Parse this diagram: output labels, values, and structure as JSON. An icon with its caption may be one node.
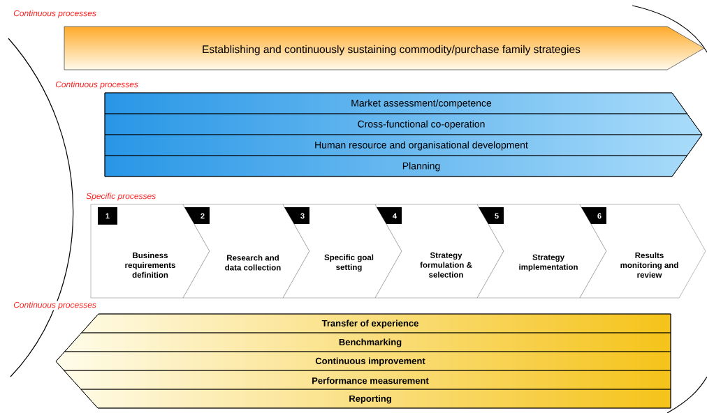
{
  "diagram": {
    "nodes": [
      {
        "text": [
          "Continuous processes",
          "Establishing and continuously sustaining commodity/purchase family strategies"
        ]
      },
      {
        "text": [
          "Continuous processes"
        ]
      },
      {
        "text": [
          "Market assessment/competence"
        ],
        "in": 1
      },
      {
        "text": [
          "Cross-functional co-operation"
        ],
        "in": 1
      },
      {
        "text": [
          "Human resource and organisational development"
        ],
        "in": 1
      },
      {
        "text": [
          "Planning"
        ],
        "in": 1
      },
      {
        "text": [
          "1",
          "Business requirements definition"
        ]
      },
      {
        "text": [
          "2",
          "Research and data collection"
        ]
      },
      {
        "text": [
          "3",
          "Specific goal setting"
        ]
      },
      {
        "text": [
          "4",
          "Strategy formulation & selection"
        ]
      },
      {
        "text": [
          "5",
          "Strategy implementation"
        ]
      },
      {
        "text": [
          "6",
          "Results monitoring and review"
        ]
      },
      {
        "text": [
          "Continuous processes"
        ]
      },
      {
        "text": [
          "Transfer of experience"
        ],
        "in": 12
      },
      {
        "text": [
          "Benchmarking"
        ],
        "in": 12
      },
      {
        "text": [
          "Continuous improvement"
        ],
        "in": 12
      },
      {
        "text": [
          "Performance measurement"
        ],
        "in": 12
      },
      {
        "text": [
          "Reporting"
        ],
        "in": 12
      }
    ],
    "labels": [
      "Specific processes"
    ]
  }
}
